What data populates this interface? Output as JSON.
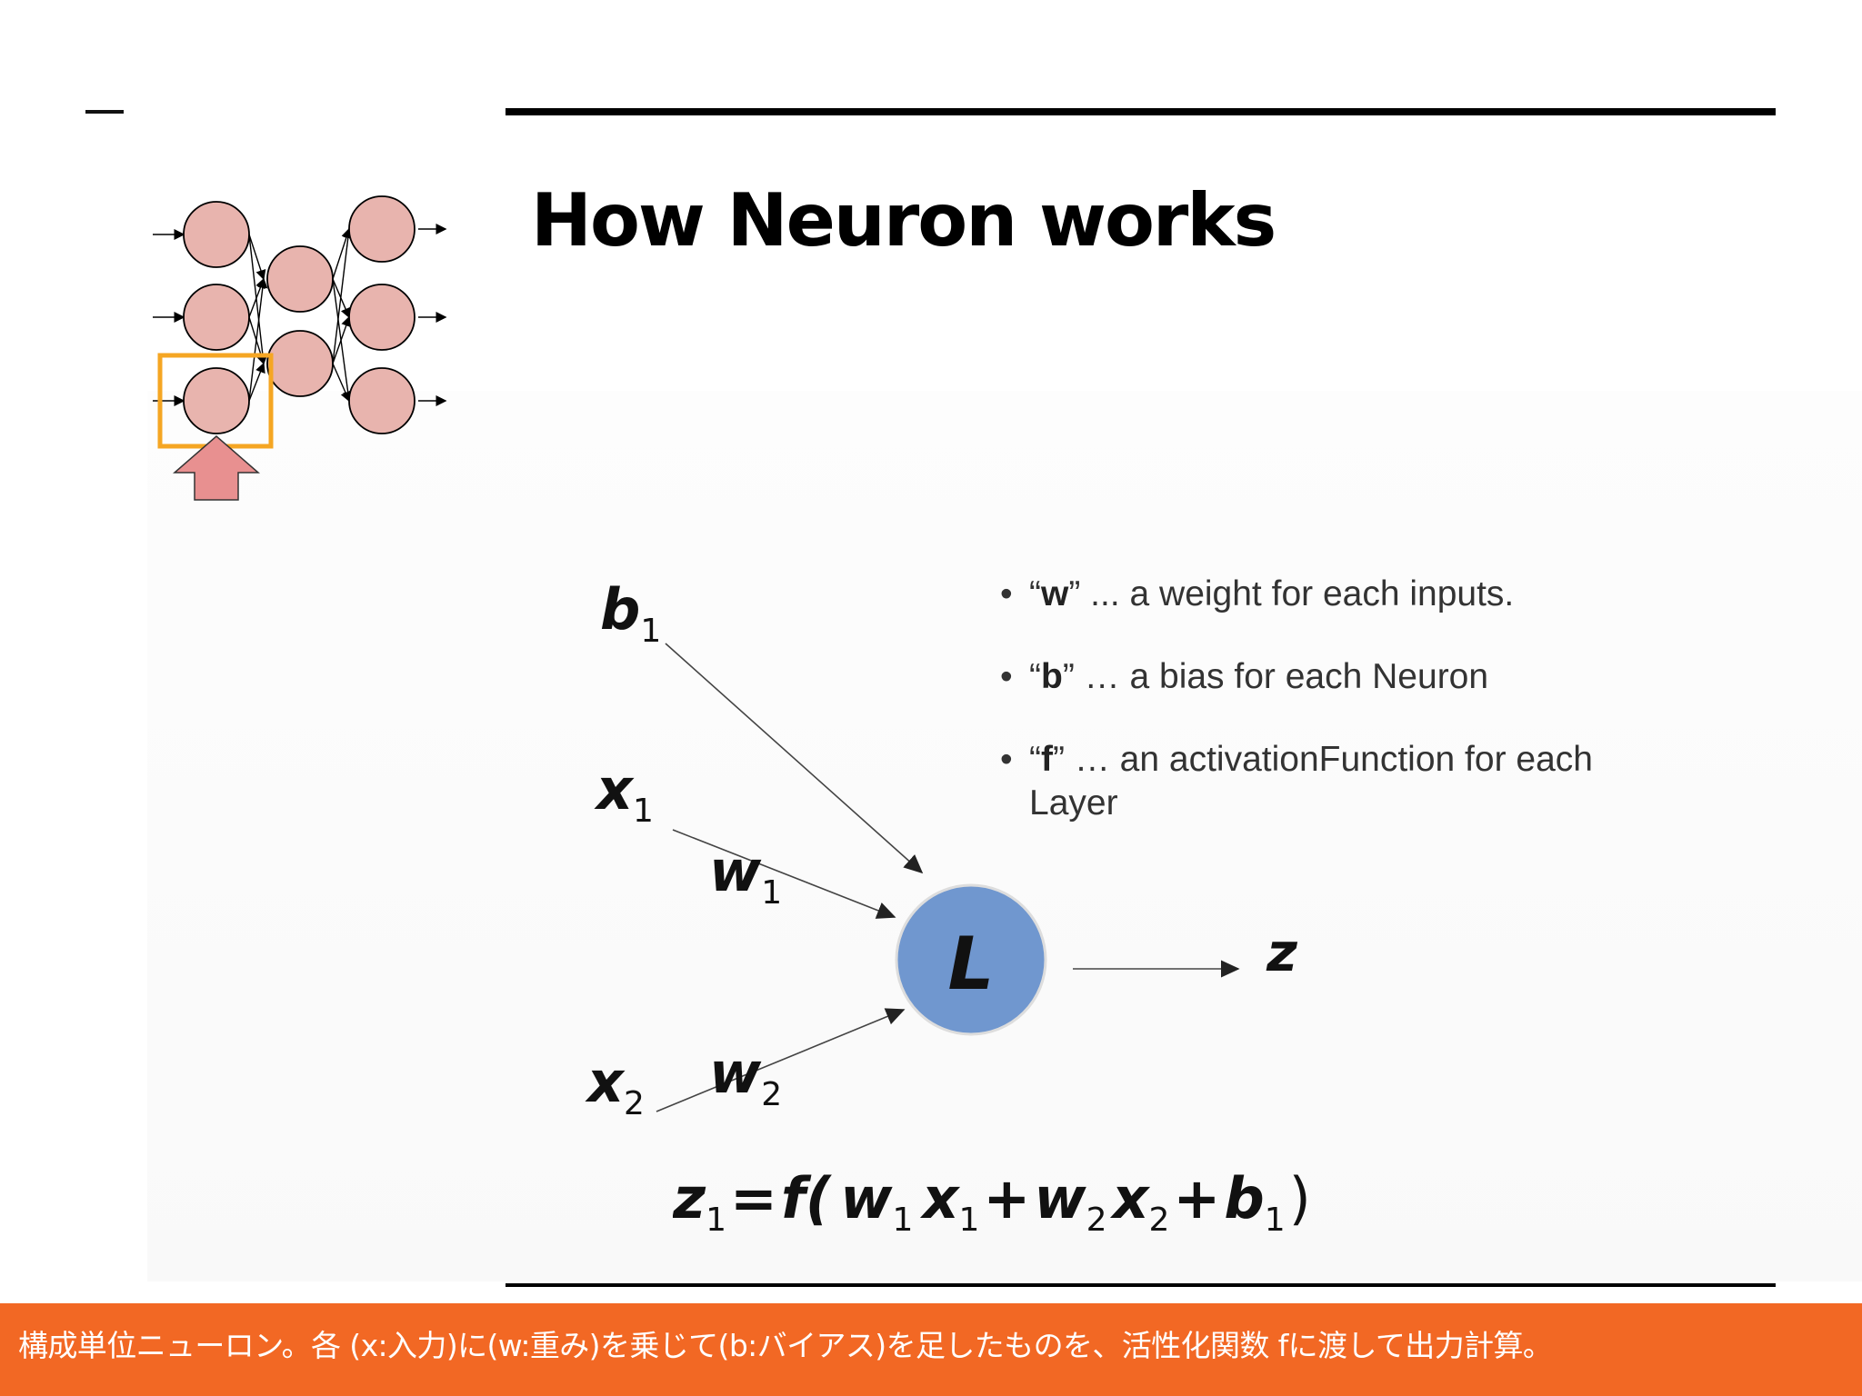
{
  "slide": {
    "title": "How Neuron works"
  },
  "bullets": [
    {
      "open": "“",
      "term": "w",
      "rest": "” ... a weight for each inputs."
    },
    {
      "open": "“",
      "term": "b",
      "rest": "” … a bias for each Neuron"
    },
    {
      "open": "“",
      "term": "f",
      "rest": "” … an activationFunction for each Layer"
    }
  ],
  "diagram": {
    "neuron_label": "L",
    "output_label": "z",
    "bias": {
      "base": "b",
      "sub": "1"
    },
    "input1": {
      "base": "x",
      "sub": "1"
    },
    "input2": {
      "base": "x",
      "sub": "2"
    },
    "weight1": {
      "base": "w",
      "sub": "1"
    },
    "weight2": {
      "base": "w",
      "sub": "2"
    },
    "neuron_color": "#7097cf",
    "mini_net_node_color": "#e8b4ae",
    "highlight_color": "#f5a623",
    "arrow_color": "#e89090"
  },
  "formula": {
    "lhs": "z",
    "lhs_sub": "1",
    "eq": "=",
    "fn": "f(",
    "w1": "w",
    "w1_sub": "1",
    "x1": "x",
    "x1_sub": "1",
    "plus1": "+",
    "w2": "w",
    "w2_sub": "2",
    "x2": "x",
    "x2_sub": "2",
    "plus2": "+",
    "b": "b",
    "b_sub": "1",
    "close": ")"
  },
  "subtitle": {
    "text": "構成単位ニューロン。各 (x:入力)に(w:重み)を乗じて(b:バイアス)を足したものを、活性化関数 fに渡して出力計算。",
    "bar_color": "#f26824"
  }
}
